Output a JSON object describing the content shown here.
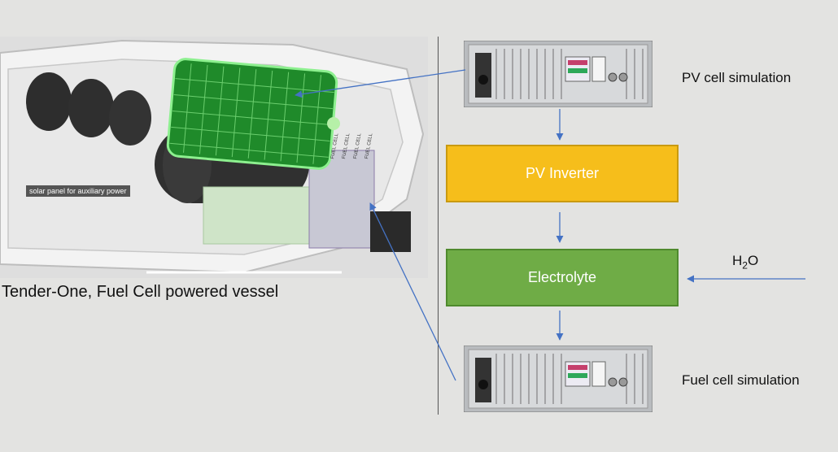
{
  "photo": {
    "caption": "Tender-One, Fuel Cell powered vessel",
    "overlay_label": "solar panel for auxiliary power",
    "fuel_cell_tags": [
      "FUEL CELL",
      "FUEL CELL",
      "FUEL CELL",
      "FUEL CELL"
    ]
  },
  "diagram": {
    "pv_cell_label": "PV cell simulation",
    "pv_inverter_label": "PV Inverter",
    "electrolyte_label": "Electrolyte",
    "water_prefix": "H",
    "water_sub": "2",
    "water_suffix": "O",
    "fuel_cell_label": "Fuel cell simulation"
  },
  "colors": {
    "pv_inverter": "#f6be1b",
    "electrolyte": "#6fac46",
    "arrow": "#4472c4"
  }
}
